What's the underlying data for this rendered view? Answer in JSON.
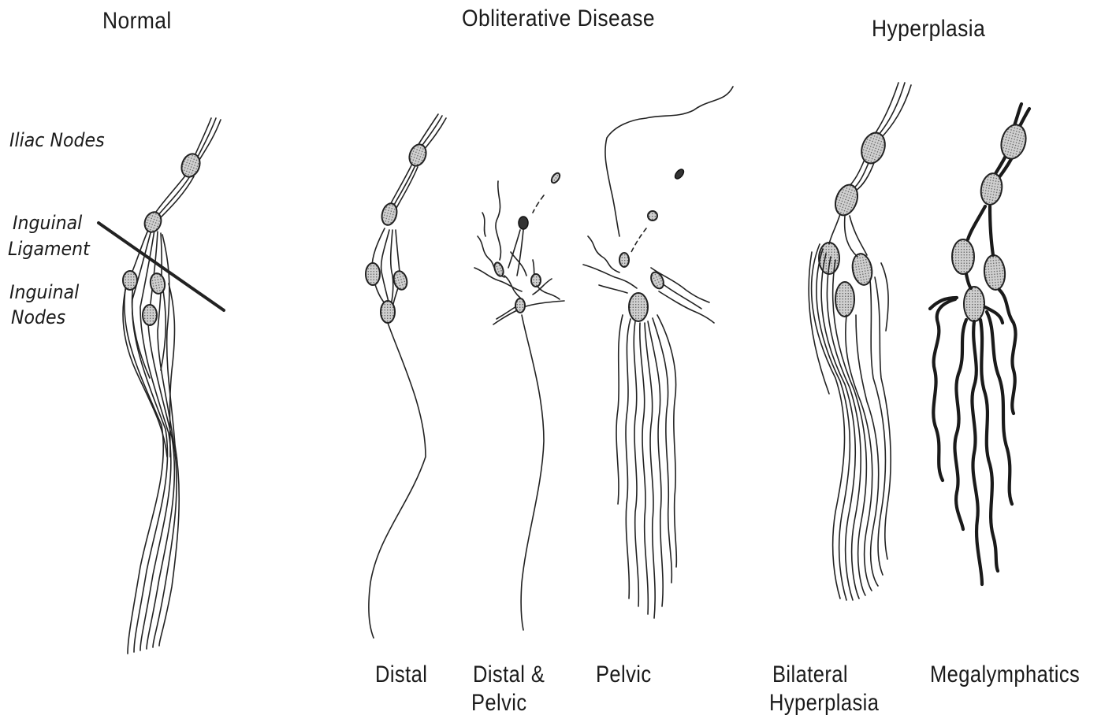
{
  "titles": {
    "normal": "Normal",
    "obliterative": "Obliterative Disease",
    "hyperplasia": "Hyperplasia"
  },
  "anatomy": {
    "iliac_nodes": "Iliac Nodes",
    "inguinal_ligament_1": "Inguinal",
    "inguinal_ligament_2": "Ligament",
    "inguinal_nodes_1": "Inguinal",
    "inguinal_nodes_2": "Nodes"
  },
  "captions": {
    "distal": "Distal",
    "distal_pelvic_1": "Distal &",
    "distal_pelvic_2": "Pelvic",
    "pelvic": "Pelvic",
    "bilateral_1": "Bilateral",
    "bilateral_2": "Hyperplasia",
    "megalymphatics": "Megalymphatics"
  },
  "colors": {
    "ink": "#1a1a1a",
    "background": "#ffffff"
  }
}
